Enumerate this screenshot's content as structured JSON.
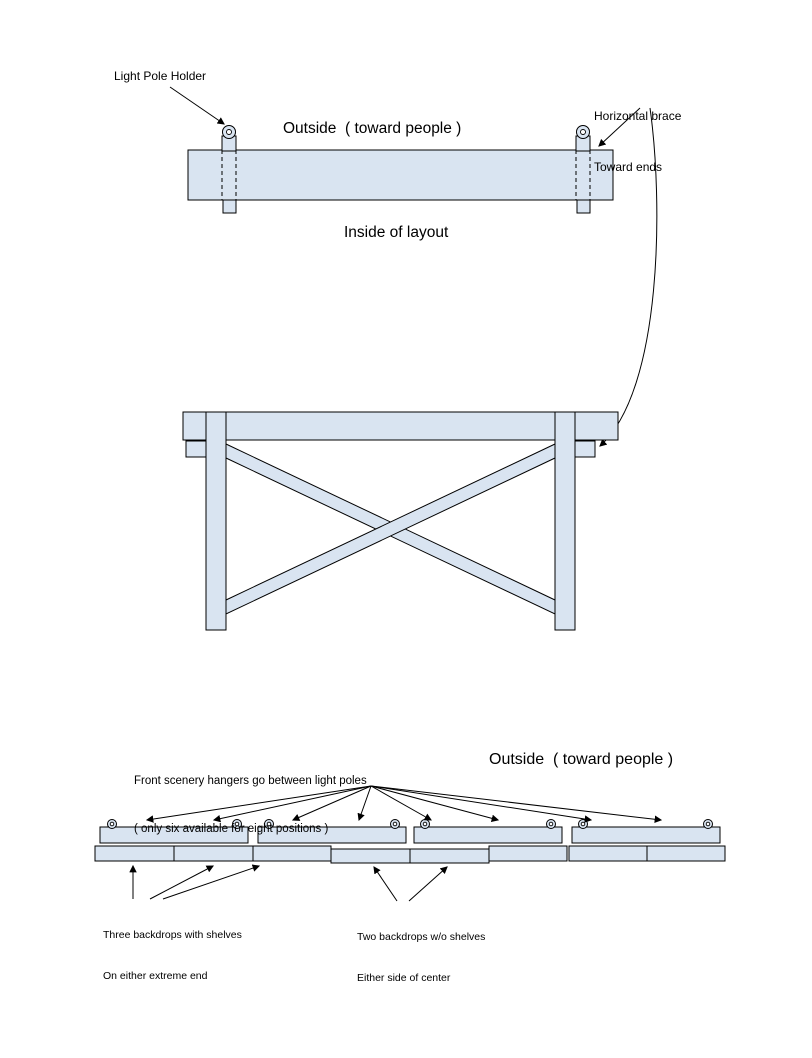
{
  "colors": {
    "shape_fill": "#d9e4f1",
    "shape_stroke": "#000000",
    "background": "#ffffff"
  },
  "top_view": {
    "light_pole_holder_label": "Light Pole Holder",
    "outside_label": "Outside  ( toward people )",
    "horizontal_brace_line1": "Horizontal brace",
    "horizontal_brace_line2": "Toward ends",
    "inside_label": "Inside of layout"
  },
  "front_view": {
    "hangers_line1": "Front scenery hangers go between light poles",
    "hangers_line2": "( only six available for eight positions )",
    "outside_label": "Outside  ( toward people )",
    "backdrops_shelves_line1": "Three backdrops with shelves",
    "backdrops_shelves_line2": "On either extreme end",
    "backdrops_center_line1": "Two backdrops w/o shelves",
    "backdrops_center_line2": "Either side of center"
  }
}
